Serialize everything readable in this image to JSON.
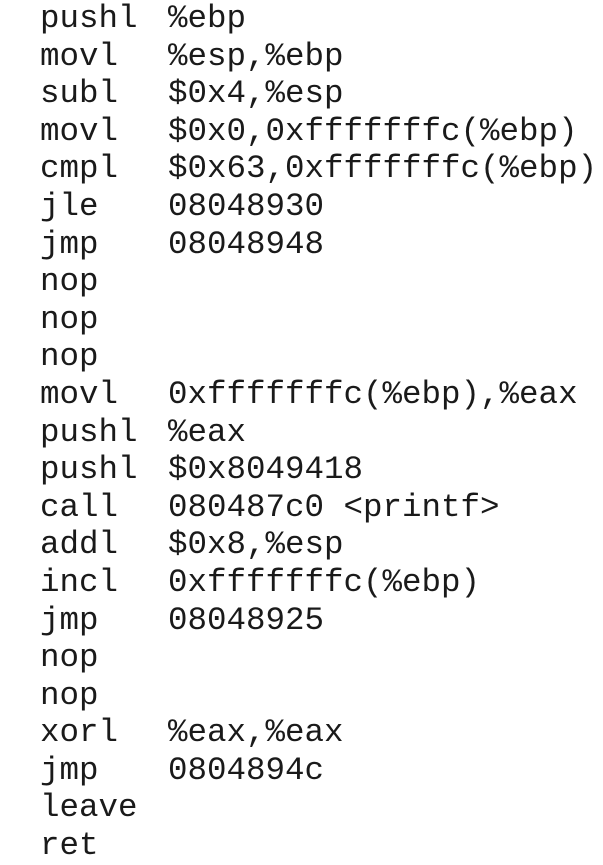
{
  "listing": [
    {
      "mnemonic": "pushl",
      "operands": "%ebp"
    },
    {
      "mnemonic": "movl",
      "operands": "%esp,%ebp"
    },
    {
      "mnemonic": "subl",
      "operands": "$0x4,%esp"
    },
    {
      "mnemonic": "movl",
      "operands": "$0x0,0xfffffffc(%ebp)"
    },
    {
      "mnemonic": "cmpl",
      "operands": "$0x63,0xfffffffc(%ebp)"
    },
    {
      "mnemonic": "jle",
      "operands": "08048930"
    },
    {
      "mnemonic": "jmp",
      "operands": "08048948"
    },
    {
      "mnemonic": "nop",
      "operands": ""
    },
    {
      "mnemonic": "nop",
      "operands": ""
    },
    {
      "mnemonic": "nop",
      "operands": ""
    },
    {
      "mnemonic": "movl",
      "operands": "0xfffffffc(%ebp),%eax"
    },
    {
      "mnemonic": "pushl",
      "operands": "%eax"
    },
    {
      "mnemonic": "pushl",
      "operands": "$0x8049418"
    },
    {
      "mnemonic": "call",
      "operands": "080487c0 <printf>"
    },
    {
      "mnemonic": "addl",
      "operands": "$0x8,%esp"
    },
    {
      "mnemonic": "incl",
      "operands": "0xfffffffc(%ebp)"
    },
    {
      "mnemonic": "jmp",
      "operands": "08048925"
    },
    {
      "mnemonic": "nop",
      "operands": ""
    },
    {
      "mnemonic": "nop",
      "operands": ""
    },
    {
      "mnemonic": "xorl",
      "operands": "%eax,%eax"
    },
    {
      "mnemonic": "jmp",
      "operands": "0804894c"
    },
    {
      "mnemonic": "leave",
      "operands": ""
    },
    {
      "mnemonic": "ret",
      "operands": ""
    }
  ]
}
